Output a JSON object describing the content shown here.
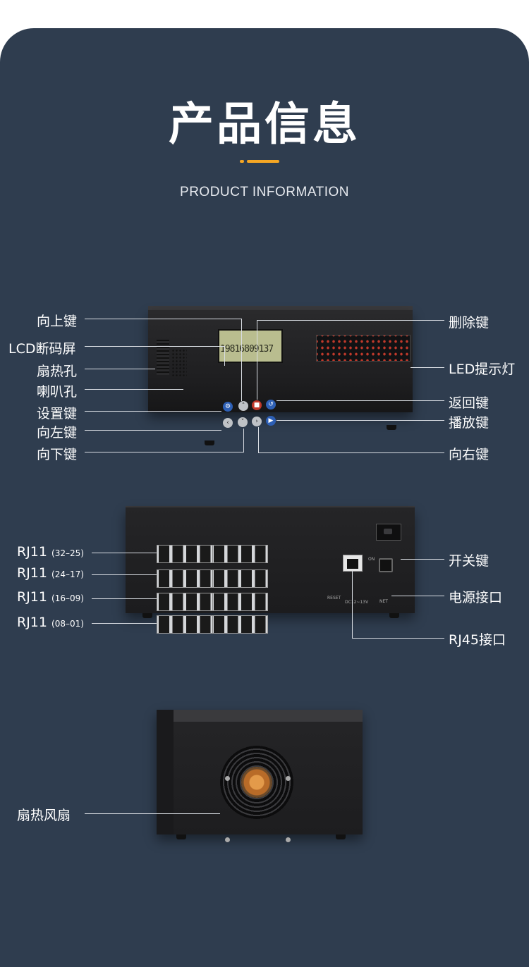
{
  "header": {
    "title": "产品信息",
    "subtitle": "PRODUCT INFORMATION"
  },
  "colors": {
    "background": "#2f3d4f",
    "accent": "#f5a623",
    "text": "#ffffff"
  },
  "front_view": {
    "lcd_display": "19816809137",
    "labels_left": [
      "向上键",
      "LCD断码屏",
      "扇热孔",
      "喇叭孔",
      "设置键",
      "向左键",
      "向下键"
    ],
    "labels_right": [
      "删除键",
      "LED提示灯",
      "返回键",
      "播放键",
      "向右键"
    ]
  },
  "back_view": {
    "port_groups": [
      {
        "name": "RJ11",
        "range": "(32–25)"
      },
      {
        "name": "RJ11",
        "range": "(24–17)"
      },
      {
        "name": "RJ11",
        "range": "(16–09)"
      },
      {
        "name": "RJ11",
        "range": "(08–01)"
      }
    ],
    "labels_right": [
      "开关键",
      "电源接口",
      "RJ45接口"
    ],
    "switch_on": "ON",
    "reset": "RESET",
    "voltage": "DC12~13V",
    "net": "NET"
  },
  "side_view": {
    "label": "扇热风扇"
  }
}
